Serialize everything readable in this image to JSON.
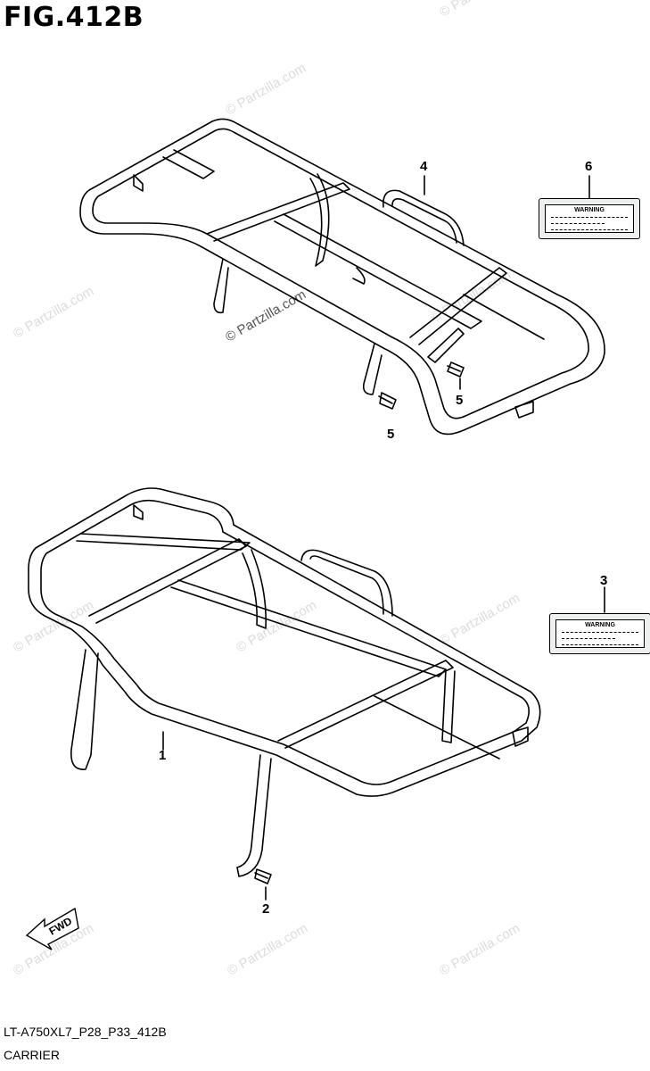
{
  "figure": {
    "title": "FIG.412B"
  },
  "callouts": {
    "c1": "1",
    "c2": "2",
    "c3": "3",
    "c4": "4",
    "c5a": "5",
    "c5b": "5",
    "c6": "6"
  },
  "labels": {
    "warning_text": "WARNING",
    "fwd_text": "FWD"
  },
  "watermark": {
    "text": "© Partzilla.com"
  },
  "footer": {
    "code": "LT-A750XL7_P28_P33_412B",
    "name": "CARRIER"
  }
}
